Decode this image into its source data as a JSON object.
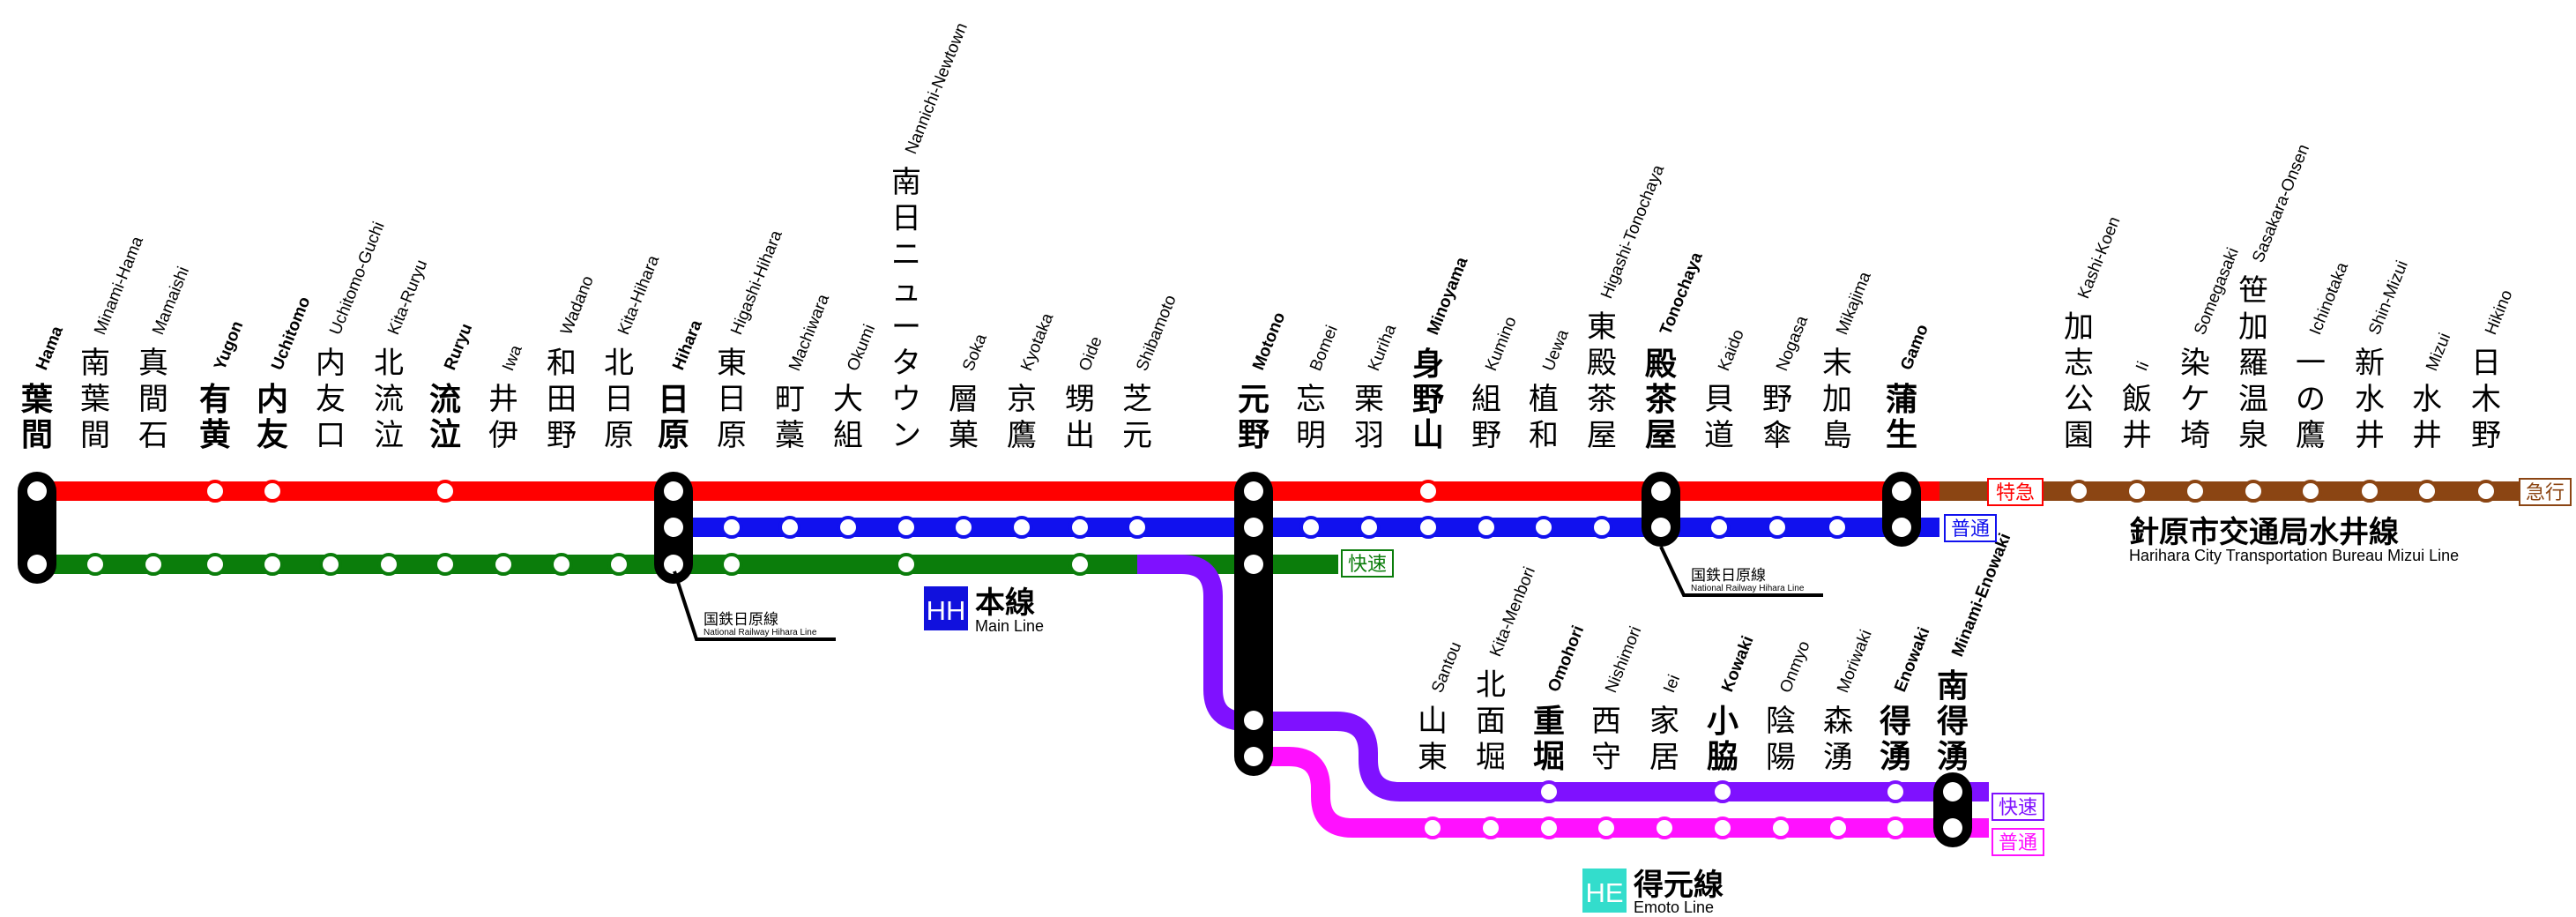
{
  "colors": {
    "red": "#ff0000",
    "blue": "#1111ee",
    "green": "#0b7d0b",
    "purple": "#7f11ff",
    "magenta": "#ff11ff",
    "brown": "#8b4513",
    "hub": "#000000",
    "hh_badge": "#1111dd",
    "he_badge": "#33ddcc"
  },
  "top_stations": [
    {
      "jp": "葉間",
      "en": "Hama",
      "major": true
    },
    {
      "jp": "南葉間",
      "en": "Minami-Hama",
      "major": false
    },
    {
      "jp": "真間石",
      "en": "Mamaishi",
      "major": false
    },
    {
      "jp": "有黄",
      "en": "Yugon",
      "major": true
    },
    {
      "jp": "内友",
      "en": "Uchitomo",
      "major": true
    },
    {
      "jp": "内友口",
      "en": "Uchitomo-Guchi",
      "major": false
    },
    {
      "jp": "北流泣",
      "en": "Kita-Ruryu",
      "major": false
    },
    {
      "jp": "流泣",
      "en": "Ruryu",
      "major": true
    },
    {
      "jp": "井伊",
      "en": "Iwa",
      "major": false
    },
    {
      "jp": "和田野",
      "en": "Wadano",
      "major": false
    },
    {
      "jp": "北日原",
      "en": "Kita-Hihara",
      "major": false
    },
    {
      "jp": "日原",
      "en": "Hihara",
      "major": true
    },
    {
      "jp": "東日原",
      "en": "Higashi-Hihara",
      "major": false
    },
    {
      "jp": "町藁",
      "en": "Machiwara",
      "major": false
    },
    {
      "jp": "大組",
      "en": "Okumi",
      "major": false
    },
    {
      "jp": "南日ニュータウン",
      "en": "Nannichi-Newtown",
      "major": false
    },
    {
      "jp": "層菓",
      "en": "Soka",
      "major": false
    },
    {
      "jp": "京鷹",
      "en": "Kyotaka",
      "major": false
    },
    {
      "jp": "甥出",
      "en": "Oide",
      "major": false
    },
    {
      "jp": "芝元",
      "en": "Shibamoto",
      "major": false
    },
    {
      "jp": "元野",
      "en": "Motono",
      "major": true
    },
    {
      "jp": "忘明",
      "en": "Bomei",
      "major": false
    },
    {
      "jp": "栗羽",
      "en": "Kuriha",
      "major": false
    },
    {
      "jp": "身野山",
      "en": "Minoyama",
      "major": true
    },
    {
      "jp": "組野",
      "en": "Kumino",
      "major": false
    },
    {
      "jp": "植和",
      "en": "Uewa",
      "major": false
    },
    {
      "jp": "東殿茶屋",
      "en": "Higashi-Tonochaya",
      "major": false
    },
    {
      "jp": "殿茶屋",
      "en": "Tonochaya",
      "major": true
    },
    {
      "jp": "貝道",
      "en": "Kaido",
      "major": false
    },
    {
      "jp": "野傘",
      "en": "Nogasa",
      "major": false
    },
    {
      "jp": "末加島",
      "en": "Mikajima",
      "major": false
    },
    {
      "jp": "蒲生",
      "en": "Gamo",
      "major": true
    },
    {
      "jp": "加志公園",
      "en": "Kashi-Koen",
      "major": false
    },
    {
      "jp": "飯井",
      "en": "Ii",
      "major": false
    },
    {
      "jp": "染ケ埼",
      "en": "Somegasaki",
      "major": false
    },
    {
      "jp": "笹加羅温泉",
      "en": "Sasakara-Onsen",
      "major": false
    },
    {
      "jp": "一の鷹",
      "en": "Ichinotaka",
      "major": false
    },
    {
      "jp": "新水井",
      "en": "Shin-Mizui",
      "major": false
    },
    {
      "jp": "水井",
      "en": "Mizui",
      "major": false
    },
    {
      "jp": "日木野",
      "en": "Hikino",
      "major": false
    }
  ],
  "bottom_stations": [
    {
      "jp": "山東",
      "en": "Santou",
      "major": false
    },
    {
      "jp": "北面堀",
      "en": "Kita-Menbori",
      "major": false
    },
    {
      "jp": "重堀",
      "en": "Omohori",
      "major": true
    },
    {
      "jp": "西守",
      "en": "Nishimori",
      "major": false
    },
    {
      "jp": "家居",
      "en": "Iei",
      "major": false
    },
    {
      "jp": "小脇",
      "en": "Kowaki",
      "major": true
    },
    {
      "jp": "陰陽",
      "en": "Onmyo",
      "major": false
    },
    {
      "jp": "森湧",
      "en": "Moriwaki",
      "major": false
    },
    {
      "jp": "得湧",
      "en": "Enowaki",
      "major": true
    },
    {
      "jp": "南得湧",
      "en": "Minami-Enowaki",
      "major": true
    }
  ],
  "service_tags": {
    "red": "特急",
    "blue": "普通",
    "green": "快速",
    "purple": "快速",
    "magenta": "普通",
    "brown": "急行"
  },
  "main_line": {
    "code": "HH",
    "jp": "本線",
    "en": "Main Line"
  },
  "emoto_line": {
    "code": "HE",
    "jp": "得元線",
    "en": "Emoto Line"
  },
  "mizui_line": {
    "jp": "針原市交通局水井線",
    "en": "Harihara City Transportation Bureau Mizui Line"
  },
  "national_line": {
    "jp": "国鉄日原線",
    "en": "National Railway Hihara Line"
  }
}
